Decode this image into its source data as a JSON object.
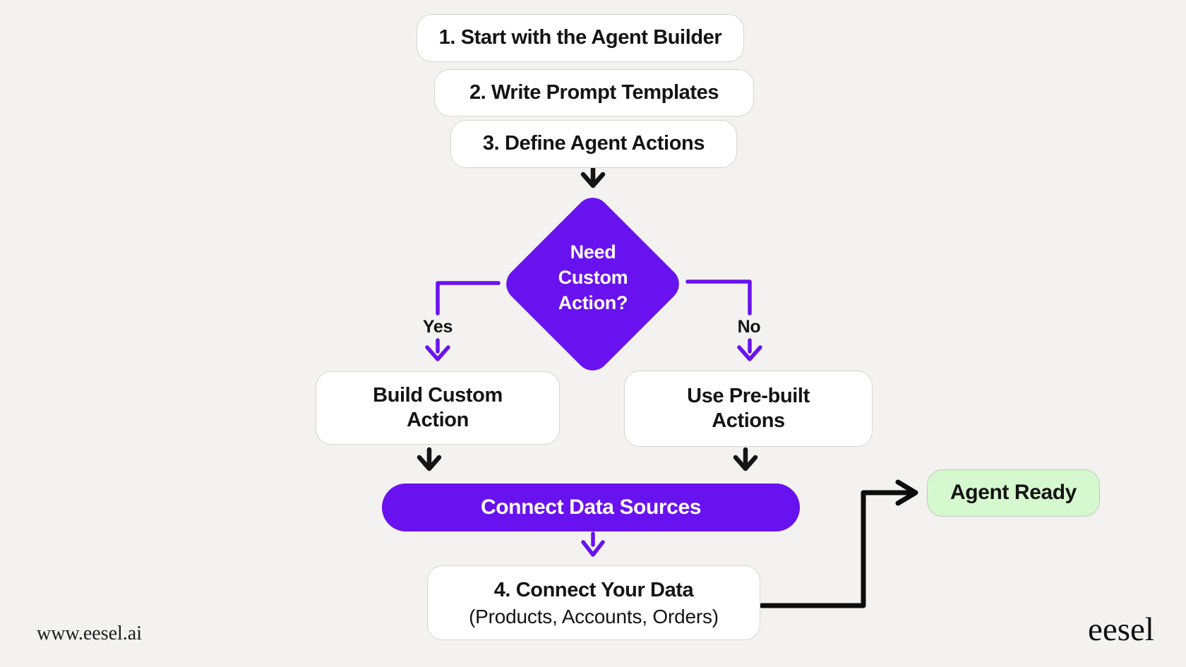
{
  "colors": {
    "background": "#F4F2F0",
    "purple": "#6912F0",
    "green": "#D5F8CE",
    "ink": "#141414",
    "box_border": "#D6D4D2"
  },
  "flow": {
    "step1": "1. Start with the Agent Builder",
    "step2": "2. Write Prompt Templates",
    "step3": "3. Define Agent Actions",
    "decision": "Need Custom Action?",
    "yes_label": "Yes",
    "no_label": "No",
    "yes_action": "Build Custom Action",
    "no_action": "Use Pre-built Actions",
    "connect": "Connect Data Sources",
    "step4_title": "4. Connect Your Data",
    "step4_subtitle": "(Products, Accounts, Orders)",
    "result": "Agent Ready"
  },
  "footer": {
    "website": "www.eesel.ai",
    "brand": "eesel"
  }
}
